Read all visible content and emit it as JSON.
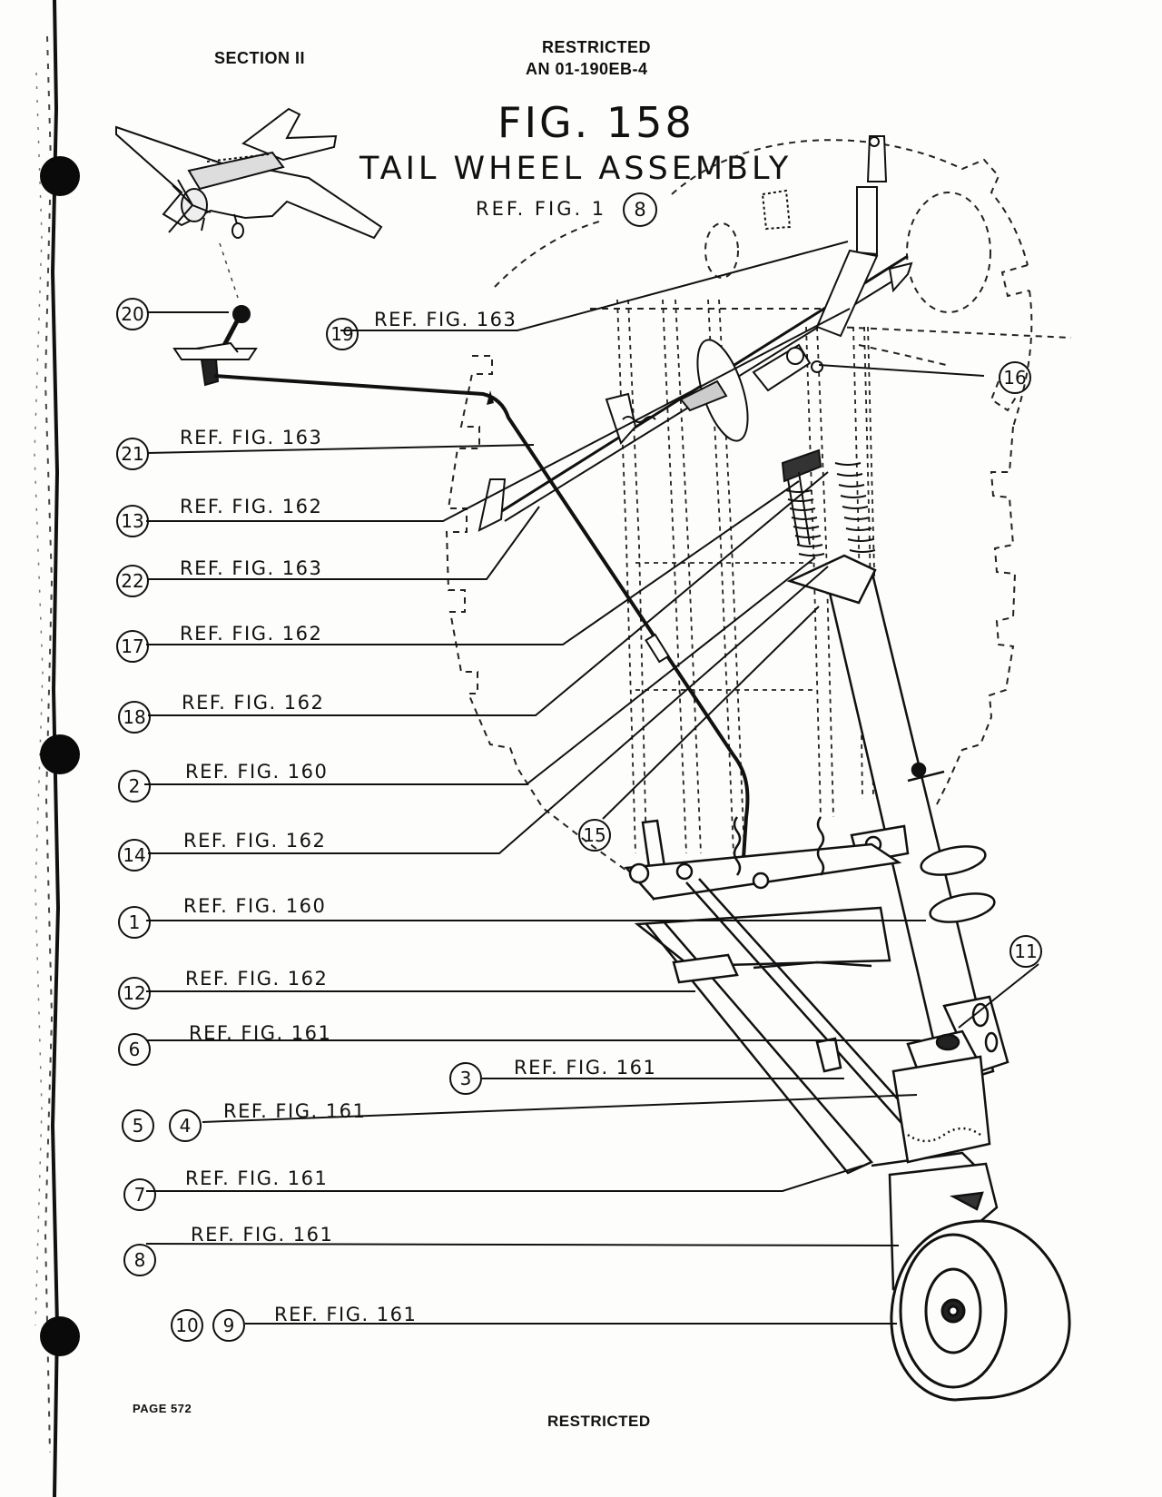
{
  "header": {
    "section": "SECTION II",
    "restricted": "RESTRICTED",
    "doc_number": "AN 01-190EB-4"
  },
  "figure": {
    "number": "FIG. 158",
    "title": "TAIL WHEEL ASSEMBLY",
    "ref_text": "REF. FIG. 1",
    "ref_num": "8"
  },
  "callouts": [
    {
      "num": "20",
      "ref": ""
    },
    {
      "num": "19",
      "ref": "REF. FIG. 163"
    },
    {
      "num": "16",
      "ref": ""
    },
    {
      "num": "21",
      "ref": "REF. FIG. 163"
    },
    {
      "num": "13",
      "ref": "REF. FIG. 162"
    },
    {
      "num": "22",
      "ref": "REF. FIG. 163"
    },
    {
      "num": "17",
      "ref": "REF. FIG. 162"
    },
    {
      "num": "18",
      "ref": "REF. FIG. 162"
    },
    {
      "num": "2",
      "ref": "REF. FIG. 160"
    },
    {
      "num": "15",
      "ref": ""
    },
    {
      "num": "14",
      "ref": "REF. FIG. 162"
    },
    {
      "num": "1",
      "ref": "REF. FIG. 160"
    },
    {
      "num": "11",
      "ref": ""
    },
    {
      "num": "12",
      "ref": "REF. FIG. 162"
    },
    {
      "num": "6",
      "ref": "REF. FIG. 161"
    },
    {
      "num": "3",
      "ref": "REF. FIG. 161"
    },
    {
      "num": "5",
      "ref": ""
    },
    {
      "num": "4",
      "ref": "REF. FIG. 161"
    },
    {
      "num": "7",
      "ref": "REF. FIG. 161"
    },
    {
      "num": "8",
      "ref": "REF. FIG. 161"
    },
    {
      "num": "10",
      "ref": ""
    },
    {
      "num": "9",
      "ref": "REF. FIG. 161"
    }
  ],
  "footer": {
    "page": "PAGE 572",
    "restricted": "RESTRICTED"
  }
}
